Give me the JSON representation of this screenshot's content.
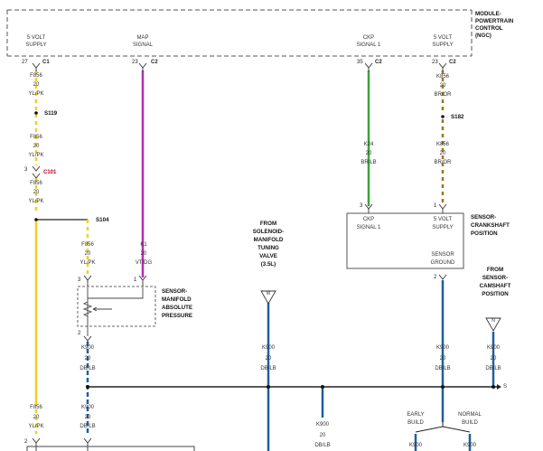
{
  "module": {
    "line1": "MODULE-",
    "line2": "POWERTRAIN",
    "line3": "CONTROL",
    "line4": "(NGC)"
  },
  "module_terminals": [
    {
      "l1": "5 VOLT",
      "l2": "SUPPLY",
      "pin": "27",
      "conn": "C1"
    },
    {
      "l1": "MAP",
      "l2": "SIGNAL",
      "pin": "23",
      "conn": "C2"
    },
    {
      "l1": "CKP",
      "l2": "SIGNAL 1",
      "pin": "35",
      "conn": "C2"
    },
    {
      "l1": "5 VOLT",
      "l2": "SUPPLY",
      "pin": "23",
      "conn": "C2"
    }
  ],
  "left_wire": [
    {
      "code": "F856",
      "gauge": "20",
      "color": "YL/PK"
    },
    {
      "code": "F856",
      "gauge": "20",
      "color": "YL/PK"
    },
    {
      "code": "F856",
      "gauge": "20",
      "color": "YL/PK"
    },
    {
      "code": "F856",
      "gauge": "20",
      "color": "YL/PK"
    }
  ],
  "splices": {
    "s119": "S119",
    "s104": "S104",
    "s182": "S182"
  },
  "connector_c101": {
    "pin": "3",
    "label": "C101"
  },
  "map_feed": {
    "code": "F856",
    "gauge": "20",
    "color": "YL/PK"
  },
  "map_signal_wire": {
    "code": "K1",
    "gauge": "20",
    "color": "VT/DG"
  },
  "map_sensor": {
    "l1": "SENSOR-",
    "l2": "MANIFOLD",
    "l3": "ABSOLUTE",
    "l4": "PRESSURE",
    "pin_left": "3",
    "pin_right": "1",
    "pin_bottom": "2"
  },
  "tuning_valve_ref": {
    "l1": "FROM",
    "l2": "SOLENOID-",
    "l3": "MANIFOLD",
    "l4": "TUNING",
    "l5": "VALVE",
    "l6": "(3.5L)"
  },
  "ground_wires": [
    {
      "code": "K900",
      "gauge": "20",
      "color": "DB/LB"
    },
    {
      "code": "K900",
      "gauge": "20",
      "color": "DB/LB"
    },
    {
      "code": "K900",
      "gauge": "20",
      "color": "DB/LB"
    },
    {
      "code": "K900",
      "gauge": "20",
      "color": "DB/LB"
    },
    {
      "code": "K900",
      "gauge": "20",
      "color": "DB/LB"
    },
    {
      "code": "K900",
      "gauge": "20",
      "color": "DB/LB"
    }
  ],
  "ckp_wire": {
    "code": "K24",
    "gauge": "20",
    "color": "BR/LB"
  },
  "supply_wire_top": {
    "code": "K856",
    "gauge": "20",
    "color": "BR/OR"
  },
  "supply_wire_bottom": {
    "code": "K856",
    "gauge": "20",
    "color": "BR/OR"
  },
  "ckp_sensor": {
    "l1": "SENSOR-",
    "l2": "CRANKSHAFT",
    "l3": "POSITION",
    "sig1": "CKP",
    "sig2": "SIGNAL 1",
    "sup1": "5 VOLT",
    "sup2": "SUPPLY",
    "gnd1": "SENSOR",
    "gnd2": "GROUND",
    "pin_sig": "3",
    "pin_sup": "1",
    "pin_gnd": "2"
  },
  "camshaft_ref": {
    "l1": "FROM",
    "l2": "SENSOR-",
    "l3": "CAMSHAFT",
    "l4": "POSITION"
  },
  "ref_markers": {
    "m": "M",
    "n": "N"
  },
  "bus_end": "S",
  "build_labels": {
    "early1": "EARLY",
    "early2": "BUILD",
    "normal1": "NORMAL",
    "normal2": "BUILD"
  },
  "bottom_left_wire": {
    "code": "F856",
    "gauge": "20",
    "color": "YL/PK",
    "pin": "2"
  },
  "colors": {
    "yellow": "#f0d020",
    "magenta": "#b02fb0",
    "green": "#3aa23a",
    "brown": "#a0761c",
    "blue": "#1f5f9e",
    "black": "#222222"
  }
}
